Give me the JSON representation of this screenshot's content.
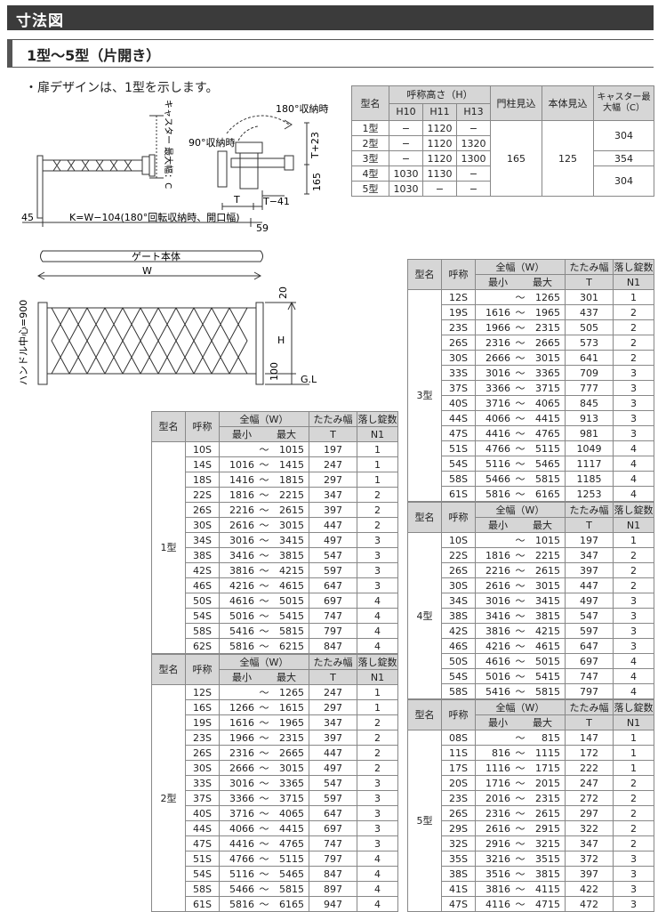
{
  "page": {
    "title": "寸法図",
    "section": "1型～5型（片開き）",
    "note": "・扉デザインは、1型を示します。"
  },
  "plan_diagram": {
    "caster_label": "キャスター\n最大幅：C",
    "label_180": "180°収納時",
    "label_90": "90°収納時",
    "label_t23": "T+23",
    "label_165": "165",
    "label_t": "T",
    "label_t41": "T−41",
    "label_45": "45",
    "label_k": "K=W−104(180°回転収納時、開口幅)",
    "label_59": "59"
  },
  "front_diagram": {
    "gate_label": "ゲート本体",
    "w_label": "W",
    "h_label": "H",
    "label_20": "20",
    "label_100": "100",
    "gl_label": "G.L",
    "handle_label": "ハンドル中心=900"
  },
  "spec_table": {
    "h_model": "型名",
    "h_height": "呼称高さ（H）",
    "h_h10": "H10",
    "h_h11": "H11",
    "h_h13": "H13",
    "h_post": "門柱見込",
    "h_body": "本体見込",
    "h_caster": "キャスター最大幅（C）",
    "rows": [
      {
        "m": "1型",
        "h10": "−",
        "h11": "1120",
        "h13": "−"
      },
      {
        "m": "2型",
        "h10": "−",
        "h11": "1120",
        "h13": "1320"
      },
      {
        "m": "3型",
        "h10": "−",
        "h11": "1120",
        "h13": "1300"
      },
      {
        "m": "4型",
        "h10": "1030",
        "h11": "1130",
        "h13": "−"
      },
      {
        "m": "5型",
        "h10": "1030",
        "h11": "−",
        "h13": "−"
      }
    ],
    "post": "165",
    "body": "125",
    "caster": [
      "304",
      "354",
      "304"
    ]
  },
  "headers": {
    "model": "型名",
    "name": "呼称",
    "width": "全幅（W）",
    "min": "最小",
    "max": "最大",
    "fold": "たたみ幅",
    "fold2": "T",
    "lock": "落し錠数",
    "lock2": "N1",
    "tilde": "～"
  },
  "size_tables": {
    "t1": {
      "model": "1型",
      "rows": [
        [
          "10S",
          "",
          "1015",
          "197",
          "1"
        ],
        [
          "14S",
          "1016",
          "1415",
          "247",
          "1"
        ],
        [
          "18S",
          "1416",
          "1815",
          "297",
          "1"
        ],
        [
          "22S",
          "1816",
          "2215",
          "347",
          "2"
        ],
        [
          "26S",
          "2216",
          "2615",
          "397",
          "2"
        ],
        [
          "30S",
          "2616",
          "3015",
          "447",
          "2"
        ],
        [
          "34S",
          "3016",
          "3415",
          "497",
          "3"
        ],
        [
          "38S",
          "3416",
          "3815",
          "547",
          "3"
        ],
        [
          "42S",
          "3816",
          "4215",
          "597",
          "3"
        ],
        [
          "46S",
          "4216",
          "4615",
          "647",
          "3"
        ],
        [
          "50S",
          "4616",
          "5015",
          "697",
          "4"
        ],
        [
          "54S",
          "5016",
          "5415",
          "747",
          "4"
        ],
        [
          "58S",
          "5416",
          "5815",
          "797",
          "4"
        ],
        [
          "62S",
          "5816",
          "6215",
          "847",
          "4"
        ]
      ]
    },
    "t2": {
      "model": "2型",
      "rows": [
        [
          "12S",
          "",
          "1265",
          "247",
          "1"
        ],
        [
          "16S",
          "1266",
          "1615",
          "297",
          "1"
        ],
        [
          "19S",
          "1616",
          "1965",
          "347",
          "2"
        ],
        [
          "23S",
          "1966",
          "2315",
          "397",
          "2"
        ],
        [
          "26S",
          "2316",
          "2665",
          "447",
          "2"
        ],
        [
          "30S",
          "2666",
          "3015",
          "497",
          "2"
        ],
        [
          "33S",
          "3016",
          "3365",
          "547",
          "3"
        ],
        [
          "37S",
          "3366",
          "3715",
          "597",
          "3"
        ],
        [
          "40S",
          "3716",
          "4065",
          "647",
          "3"
        ],
        [
          "44S",
          "4066",
          "4415",
          "697",
          "3"
        ],
        [
          "47S",
          "4416",
          "4765",
          "747",
          "3"
        ],
        [
          "51S",
          "4766",
          "5115",
          "797",
          "4"
        ],
        [
          "54S",
          "5116",
          "5465",
          "847",
          "4"
        ],
        [
          "58S",
          "5466",
          "5815",
          "897",
          "4"
        ],
        [
          "61S",
          "5816",
          "6165",
          "947",
          "4"
        ]
      ]
    },
    "t3": {
      "model": "3型",
      "rows": [
        [
          "12S",
          "",
          "1265",
          "301",
          "1"
        ],
        [
          "19S",
          "1616",
          "1965",
          "437",
          "2"
        ],
        [
          "23S",
          "1966",
          "2315",
          "505",
          "2"
        ],
        [
          "26S",
          "2316",
          "2665",
          "573",
          "2"
        ],
        [
          "30S",
          "2666",
          "3015",
          "641",
          "2"
        ],
        [
          "33S",
          "3016",
          "3365",
          "709",
          "3"
        ],
        [
          "37S",
          "3366",
          "3715",
          "777",
          "3"
        ],
        [
          "40S",
          "3716",
          "4065",
          "845",
          "3"
        ],
        [
          "44S",
          "4066",
          "4415",
          "913",
          "3"
        ],
        [
          "47S",
          "4416",
          "4765",
          "981",
          "3"
        ],
        [
          "51S",
          "4766",
          "5115",
          "1049",
          "4"
        ],
        [
          "54S",
          "5116",
          "5465",
          "1117",
          "4"
        ],
        [
          "58S",
          "5466",
          "5815",
          "1185",
          "4"
        ],
        [
          "61S",
          "5816",
          "6165",
          "1253",
          "4"
        ]
      ]
    },
    "t4": {
      "model": "4型",
      "rows": [
        [
          "10S",
          "",
          "1015",
          "197",
          "1"
        ],
        [
          "22S",
          "1816",
          "2215",
          "347",
          "2"
        ],
        [
          "26S",
          "2216",
          "2615",
          "397",
          "2"
        ],
        [
          "30S",
          "2616",
          "3015",
          "447",
          "2"
        ],
        [
          "34S",
          "3016",
          "3415",
          "497",
          "3"
        ],
        [
          "38S",
          "3416",
          "3815",
          "547",
          "3"
        ],
        [
          "42S",
          "3816",
          "4215",
          "597",
          "3"
        ],
        [
          "46S",
          "4216",
          "4615",
          "647",
          "3"
        ],
        [
          "50S",
          "4616",
          "5015",
          "697",
          "4"
        ],
        [
          "54S",
          "5016",
          "5415",
          "747",
          "4"
        ],
        [
          "58S",
          "5416",
          "5815",
          "797",
          "4"
        ]
      ]
    },
    "t5": {
      "model": "5型",
      "rows": [
        [
          "08S",
          "",
          "815",
          "147",
          "1"
        ],
        [
          "11S",
          "816",
          "1115",
          "172",
          "1"
        ],
        [
          "17S",
          "1116",
          "1715",
          "222",
          "1"
        ],
        [
          "20S",
          "1716",
          "2015",
          "247",
          "2"
        ],
        [
          "23S",
          "2016",
          "2315",
          "272",
          "2"
        ],
        [
          "26S",
          "2316",
          "2615",
          "297",
          "2"
        ],
        [
          "29S",
          "2616",
          "2915",
          "322",
          "2"
        ],
        [
          "32S",
          "2916",
          "3215",
          "347",
          "2"
        ],
        [
          "35S",
          "3216",
          "3515",
          "372",
          "3"
        ],
        [
          "38S",
          "3516",
          "3815",
          "397",
          "3"
        ],
        [
          "41S",
          "3816",
          "4115",
          "422",
          "3"
        ],
        [
          "47S",
          "4116",
          "4715",
          "472",
          "3"
        ]
      ]
    }
  }
}
